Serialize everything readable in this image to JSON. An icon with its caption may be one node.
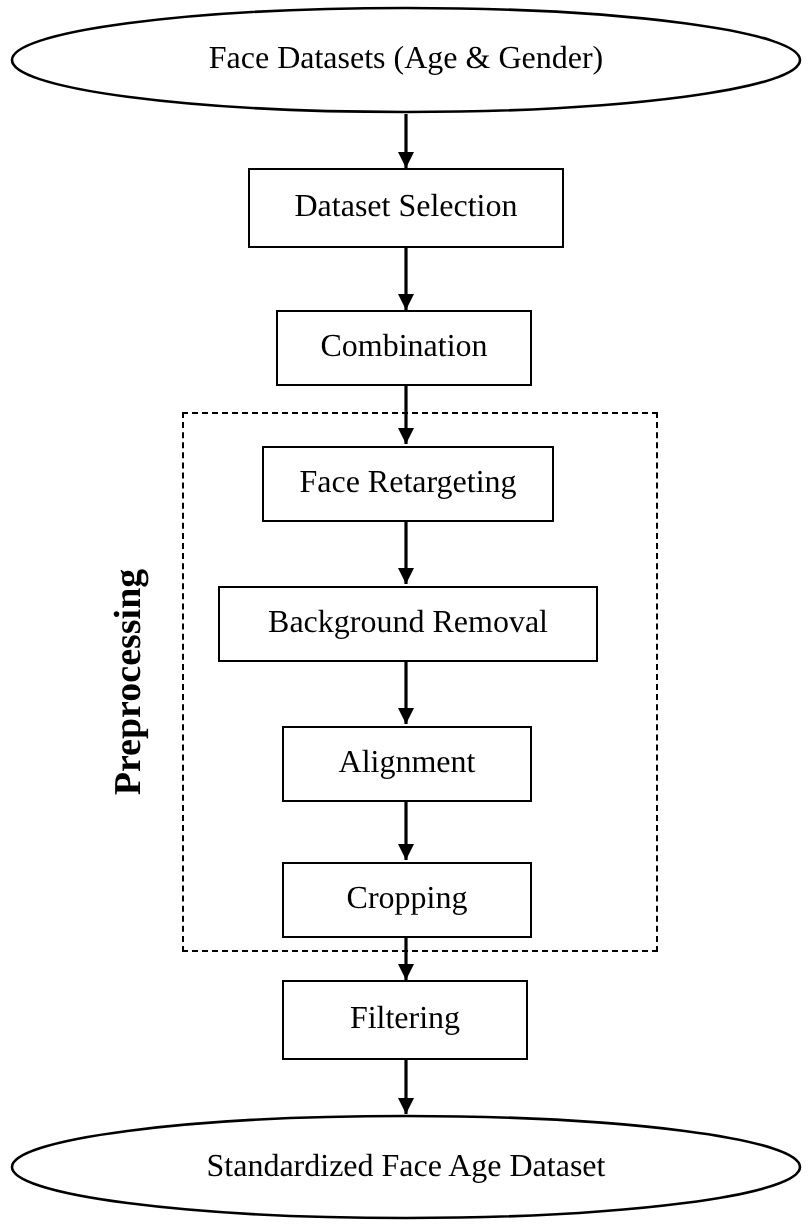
{
  "diagram": {
    "nodes": [
      {
        "text": [
          "Face Datasets (Age & Gender)"
        ]
      },
      {
        "text": [
          "Dataset Selection"
        ]
      },
      {
        "text": [
          "Combination"
        ]
      },
      {
        "text": [
          "Preprocessing"
        ]
      },
      {
        "text": [
          "Face Retargeting"
        ],
        "in": 3
      },
      {
        "text": [
          "Background Removal"
        ],
        "in": 3
      },
      {
        "text": [
          "Alignment"
        ],
        "in": 3
      },
      {
        "text": [
          "Cropping"
        ],
        "in": 3
      },
      {
        "text": [
          "Filtering"
        ]
      },
      {
        "text": [
          "Standardized Face Age Dataset"
        ]
      }
    ],
    "edges": [
      {
        "from": 0,
        "to": 1,
        "arrow": "to"
      },
      {
        "from": 1,
        "to": 2,
        "arrow": "to"
      },
      {
        "from": 2,
        "to": 4,
        "arrow": "to"
      },
      {
        "from": 4,
        "to": 5,
        "arrow": "to"
      },
      {
        "from": 5,
        "to": 6,
        "arrow": "to"
      },
      {
        "from": 6,
        "to": 7,
        "arrow": "to"
      },
      {
        "from": 7,
        "to": 8,
        "arrow": "to"
      },
      {
        "from": 8,
        "to": 9,
        "arrow": "to"
      }
    ]
  }
}
